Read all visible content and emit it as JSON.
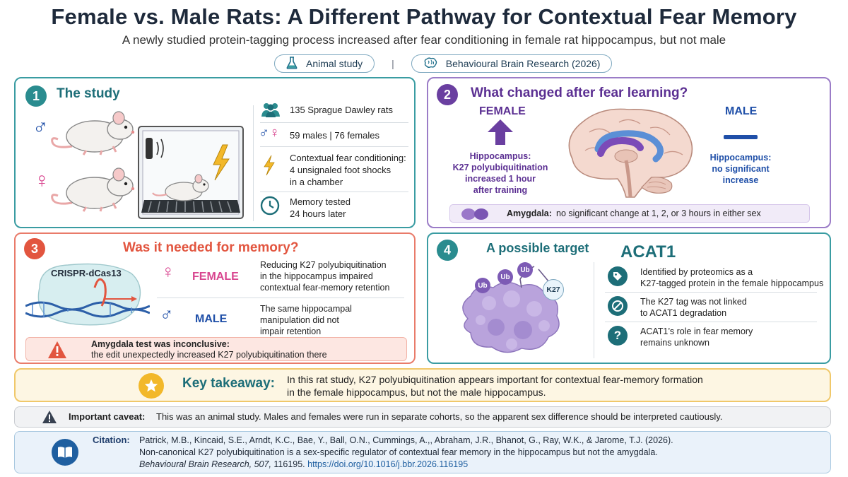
{
  "header": {
    "title": "Female vs. Male Rats: A Different Pathway for Contextual Fear Memory",
    "subtitle": "A newly studied protein-tagging process increased after fear conditioning in female rat hippocampus, but not male",
    "tag_study": "Animal study",
    "tag_sep": "|",
    "tag_journal": "Behavioural Brain Research (2026)"
  },
  "study": {
    "number": "1",
    "title": "The study",
    "male_symbol": "♂",
    "female_symbol": "♀",
    "rows": [
      {
        "line1": "135 Sprague Dawley rats",
        "line2": "",
        "line3": ""
      },
      {
        "line1": "59 males  |  76 females",
        "line2": "",
        "line3": ""
      },
      {
        "line1": "Contextual fear conditioning:",
        "line2": "4 unsignaled foot shocks",
        "line3": "in a chamber"
      },
      {
        "line1": "Memory tested",
        "line2": "24 hours later",
        "line3": ""
      }
    ]
  },
  "changed": {
    "number": "2",
    "title": "What changed after fear learning?",
    "female_label": "FEMALE",
    "male_label": "MALE",
    "female_desc": [
      "Hippocampus:",
      "K27 polyubiquitination",
      "increased 1 hour",
      "after training"
    ],
    "male_desc": [
      "Hippocampus:",
      "no significant",
      "increase"
    ],
    "amygdala_label": "Amygdala:",
    "amygdala_text": "no significant change at 1, 2, or 3 hours in either sex"
  },
  "needed": {
    "number": "3",
    "title": "Was it needed for memory?",
    "crispr_label": "CRISPR-dCas13",
    "female_label": "FEMALE",
    "male_label": "MALE",
    "female_text": [
      "Reducing K27 polyubiquitination",
      "in the hippocampus impaired",
      "contextual fear-memory retention"
    ],
    "male_text": [
      "The same hippocampal",
      "manipulation did not",
      "impair retention"
    ],
    "warn_bold": "Amygdala test was inconclusive:",
    "warn_text": "the edit unexpectedly increased K27 polyubiquitination there"
  },
  "target": {
    "number": "4",
    "title": "A possible target",
    "protein": "ACAT1",
    "ub1": "Ub",
    "ub2": "Ub",
    "ub3": "Ub",
    "k27": "K27",
    "points": [
      {
        "line1": "Identified by proteomics as a",
        "line2": "K27-tagged protein in the female hippocampus"
      },
      {
        "line1": "The K27 tag was not linked",
        "line2": "to ACAT1 degradation"
      },
      {
        "line1": "ACAT1’s role in fear memory",
        "line2": "remains unknown"
      }
    ]
  },
  "takeaway": {
    "label": "Key takeaway:",
    "line1": "In this rat study, K27 polyubiquitination appears important for contextual fear-memory formation",
    "line2": "in the female hippocampus, but not the male hippocampus."
  },
  "caveat": {
    "label": "Important caveat:",
    "text": "This was an animal study. Males and females were run in separate cohorts, so the apparent sex difference should be interpreted cautiously."
  },
  "citation": {
    "label": "Citation:",
    "line1": "Patrick, M.B., Kincaid, S.E., Arndt, K.C., Bae, Y., Ball, O.N., Cummings, A.,, Abraham, J.R., Bhanot, G., Ray, W.K., & Jarome, T.J. (2026).",
    "line2": "Non-canonical K27 polyubiquitination is a sex-specific regulator of contextual fear memory in the hippocampus but not the amygdala.",
    "journal": "Behavioural Brain Research, 507,",
    "article": " 116195. ",
    "doi": "https://doi.org/10.1016/j.bbr.2026.116195"
  },
  "colors": {
    "teal": "#3a9ca2",
    "purple": "#6a3fa0",
    "coral": "#e2553f",
    "female_pink": "#d8458f",
    "male_blue": "#1f4fa8"
  }
}
